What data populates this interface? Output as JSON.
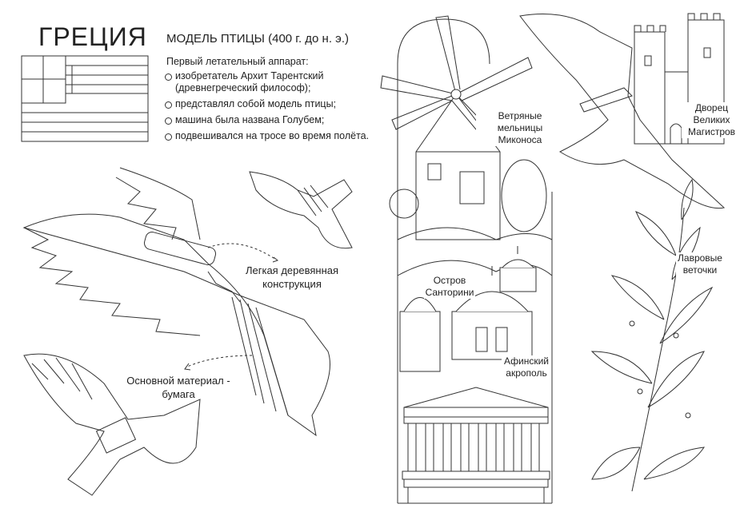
{
  "header": {
    "title": "ГРЕЦИЯ",
    "subtitle": "МОДЕЛЬ ПТИЦЫ (400 г. до н. э.)",
    "intro": "Первый летательный аппарат:"
  },
  "facts": [
    "изобретатель Архит Тарентский (древнегреческий философ);",
    "представлял собой модель птицы;",
    "машина была названа Голубем;",
    "подвешивался на тросе во время полёта."
  ],
  "annotations": {
    "wood": "Легкая деревянная конструкция",
    "paper": "Основной материал - бумага"
  },
  "landmarks": {
    "mykonos": "Ветряные мельницы Миконоса",
    "palace": "Дворец Великих Магистров",
    "santorini": "Остров Санторини",
    "acropolis": "Афинский акрополь",
    "laurel": "Лавровые веточки"
  },
  "icons": {
    "flag": "greek-flag-icon",
    "windmill": "windmill-icon",
    "castle": "castle-icon",
    "church": "church-dome-icon",
    "temple": "parthenon-icon",
    "laurel": "laurel-branch-icon",
    "bird": "bird-machine-icon"
  }
}
